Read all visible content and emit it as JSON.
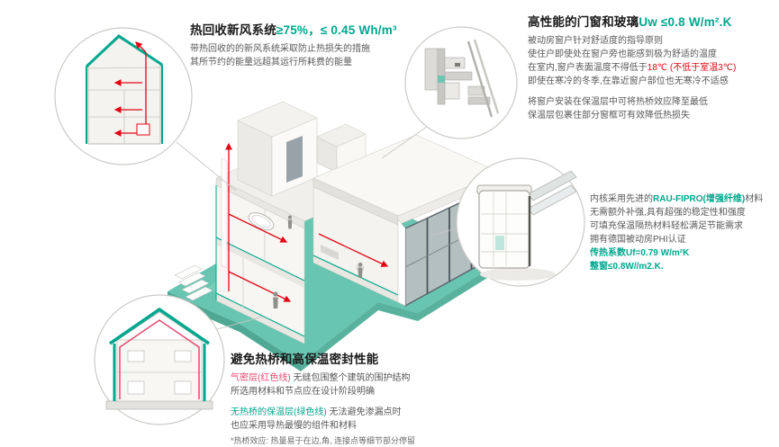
{
  "colors": {
    "teal_accent": "#00A78E",
    "red_accent": "#E30613",
    "pink_accent": "#E8486F",
    "landscape_teal": "#68C5B1"
  },
  "ventilation": {
    "title": "热回收新风系统",
    "title_accent": "≥75%，≤ 0.45 Wh/m³",
    "line1": "带热回收的的新风系统采取防止热损失的措施",
    "line2": "其所节约的能量远超其运行所耗费的能量"
  },
  "windows": {
    "title": "高性能的门窗和玻璃",
    "title_accent": "Uw ≤0.8 W/m².K",
    "line1": "被动房窗户针对舒适度的指导原则",
    "line2": "使住户即使处在窗户旁也能感到极为舒适的温度",
    "line3_black": "在室内,窗户表面温度不得低于",
    "line3_red": "18℃ (不低于室温3℃)",
    "line4": "即使在寒冷的冬季,在靠近窗户部位也无寒冷不适感",
    "line5": "将窗户安装在保温层中可将热桥效应降至最低",
    "line6": "保温层包裹住部分窗框可有效降低热损失"
  },
  "profile": {
    "line1_black": "内核采用先进的",
    "line1_teal": "RAU-FIPRO(增强纤维)",
    "line1_tail": "材料",
    "line2": "无需额外补强,具有超强的稳定性和强度",
    "line3": "可填充保温隔热材料轻松满足节能需求",
    "line4": "拥有德国被动房PHI认证",
    "line5": "传热系数Uf=0.79 W/m²K",
    "line6": "整窗≤0.8W//m2.K."
  },
  "thermal": {
    "title": "避免热桥和高保温密封性能",
    "line1_pink": "气密层(红色线)",
    "line1_rest": " 无缝包围整个建筑的围护结构",
    "line2": "所选用材料和节点应在设计阶段明确",
    "line3_teal": "无热桥的保温层(绿色线)",
    "line3_rest": " 无法避免渗漏点时",
    "line4": "也应采用导热最慢的组件和材料",
    "note": "*热桥效应: 热量易于在边,角, 连接点等细节部分停留"
  }
}
